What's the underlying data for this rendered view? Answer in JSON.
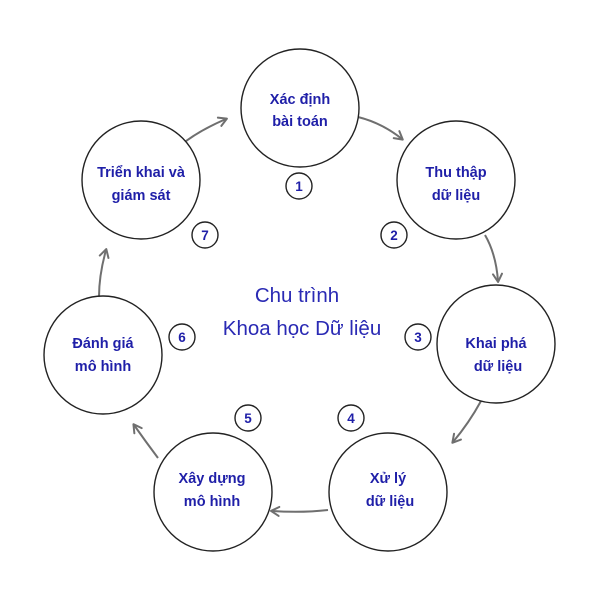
{
  "title": {
    "line1": "Chu trình",
    "line2": "Khoa học Dữ liệu"
  },
  "stages": [
    {
      "number": "1",
      "line1": "Xác định",
      "line2": "bài toán"
    },
    {
      "number": "2",
      "line1": "Thu thập",
      "line2": "dữ liệu"
    },
    {
      "number": "3",
      "line1": "Khai phá",
      "line2": "dữ liệu"
    },
    {
      "number": "4",
      "line1": "Xử lý",
      "line2": "dữ liệu"
    },
    {
      "number": "5",
      "line1": "Xây dựng",
      "line2": "mô hình"
    },
    {
      "number": "6",
      "line1": "Đánh giá",
      "line2": "mô hình"
    },
    {
      "number": "7",
      "line1": "Triển khai và",
      "line2": "giám sát"
    }
  ],
  "colors": {
    "text": "#1f1fa8",
    "title": "#2a2ab4",
    "circle_stroke": "#222222",
    "arrow": "#6f6f6f"
  }
}
